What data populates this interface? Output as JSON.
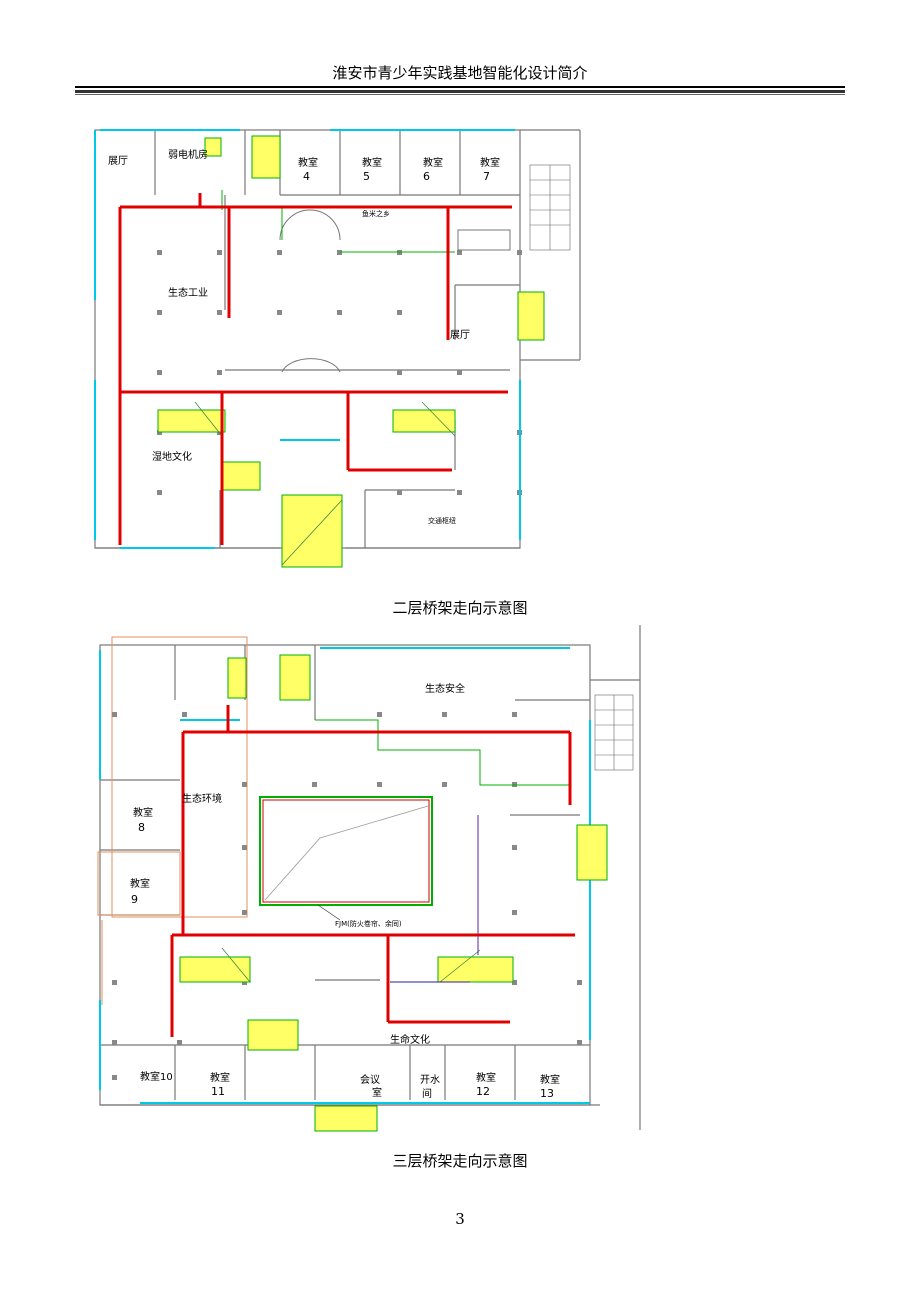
{
  "header": {
    "title": "淮安市青少年实践基地智能化设计简介"
  },
  "colors": {
    "tray_red": "#e00000",
    "cad_green": "#00b000",
    "cad_cyan": "#00c8e8",
    "stair_yellow": "#ffff66",
    "wall_gray": "#888888",
    "room_orange": "#e09060"
  },
  "floor2": {
    "caption": "二层桥架走向示意图",
    "labels": {
      "hall_nw": "展厅",
      "weak_room": "弱电机房",
      "c4": "教室",
      "n4": "4",
      "c5": "教室",
      "n5": "5",
      "c6": "教室",
      "n6": "6",
      "c7": "教室",
      "n7": "7",
      "fish_rice": "鱼米之乡",
      "eco_industry": "生态工业",
      "hall_e": "展厅",
      "wetland": "湿地文化",
      "traffic": "交通枢纽"
    }
  },
  "floor3": {
    "caption": "三层桥架走向示意图",
    "labels": {
      "eco_safety": "生态安全",
      "eco_env": "生态环境",
      "c8": "教室",
      "n8": "8",
      "c9": "教室",
      "n9": "9",
      "fjm": "FJM(防火卷帘、余同)",
      "life_culture": "生命文化",
      "c10": "教室10",
      "c11": "教室",
      "n11": "11",
      "meeting": "会议",
      "meeting2": "室",
      "water1": "开水",
      "water2": "间",
      "c12": "教室",
      "n12": "12",
      "c13": "教室",
      "n13": "13"
    }
  },
  "page": {
    "number": "3"
  }
}
